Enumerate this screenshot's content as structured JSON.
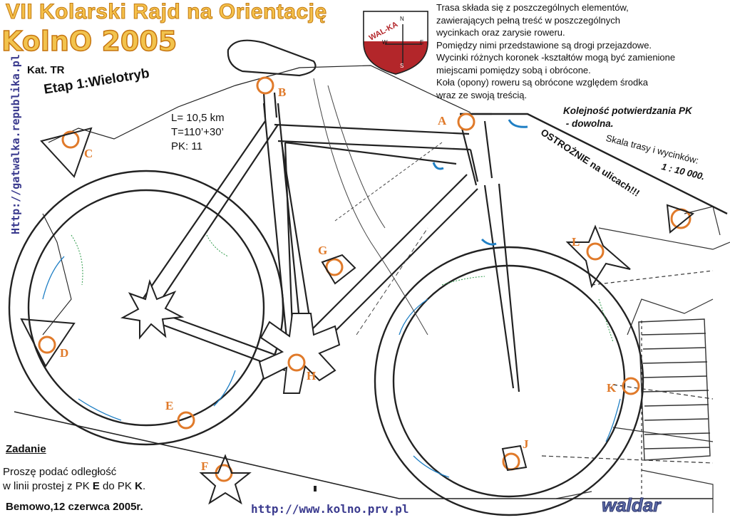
{
  "header": {
    "title": "VII Kolarski Rajd na Orientację",
    "subtitle": "KolnO 2005",
    "category": "Kat. TR",
    "stage": "Etap 1:Wielotryb"
  },
  "stats": {
    "length": "L= 10,5 km",
    "time": "T=110’+30’",
    "controls": "PK: 11"
  },
  "side_url": "Http://gatwalka.republika.pl",
  "logo": {
    "text": "WAL-KA",
    "compass": [
      "N",
      "E",
      "S",
      "W"
    ],
    "colors": {
      "shield": "#b3262a",
      "shield_light": "#ffffff"
    }
  },
  "description": [
    "Trasa składa się z poszczególnych elementów,",
    "zawierających pełną treść w poszczególnych",
    "wycinkach oraz zarysie roweru.",
    "Pomiędzy nimi przedstawione są drogi przejazdowe.",
    "Wycinki różnych koronek -kształtów  mogą być zamienione",
    "miejscami pomiędzy sobą i obrócone.",
    "Koła (opony) roweru są obrócone względem środka",
    " wraz ze swoją treścią."
  ],
  "order": {
    "line1": "Kolejność potwierdzania PK",
    "line2": " - dowolna."
  },
  "caution": "OSTROŻNIE na ulicach!!!",
  "scale": {
    "label": "Skala trasy i wycinków:",
    "value": "1 : 10 000."
  },
  "task": {
    "heading": "Zadanie",
    "line1": "Proszę podać odległość",
    "line2_prefix": "w linii prostej z PK ",
    "pk_from": "E",
    "mid": " do PK ",
    "pk_to": "K",
    "end": "."
  },
  "footer": {
    "place_date": "Bemowo,12 czerwca 2005r.",
    "url": "http://www.kolno.prv.pl",
    "author": "waldar"
  },
  "control_points": [
    "A",
    "B",
    "C",
    "D",
    "E",
    "F",
    "G",
    "H",
    "J",
    "K",
    "L"
  ],
  "colors": {
    "control": "#e07a2a",
    "outline": "#222222",
    "water": "#1f7fc4",
    "vegetation": "#2e9a4a",
    "title": "#f2c34d",
    "url": "#3a3a8e"
  }
}
